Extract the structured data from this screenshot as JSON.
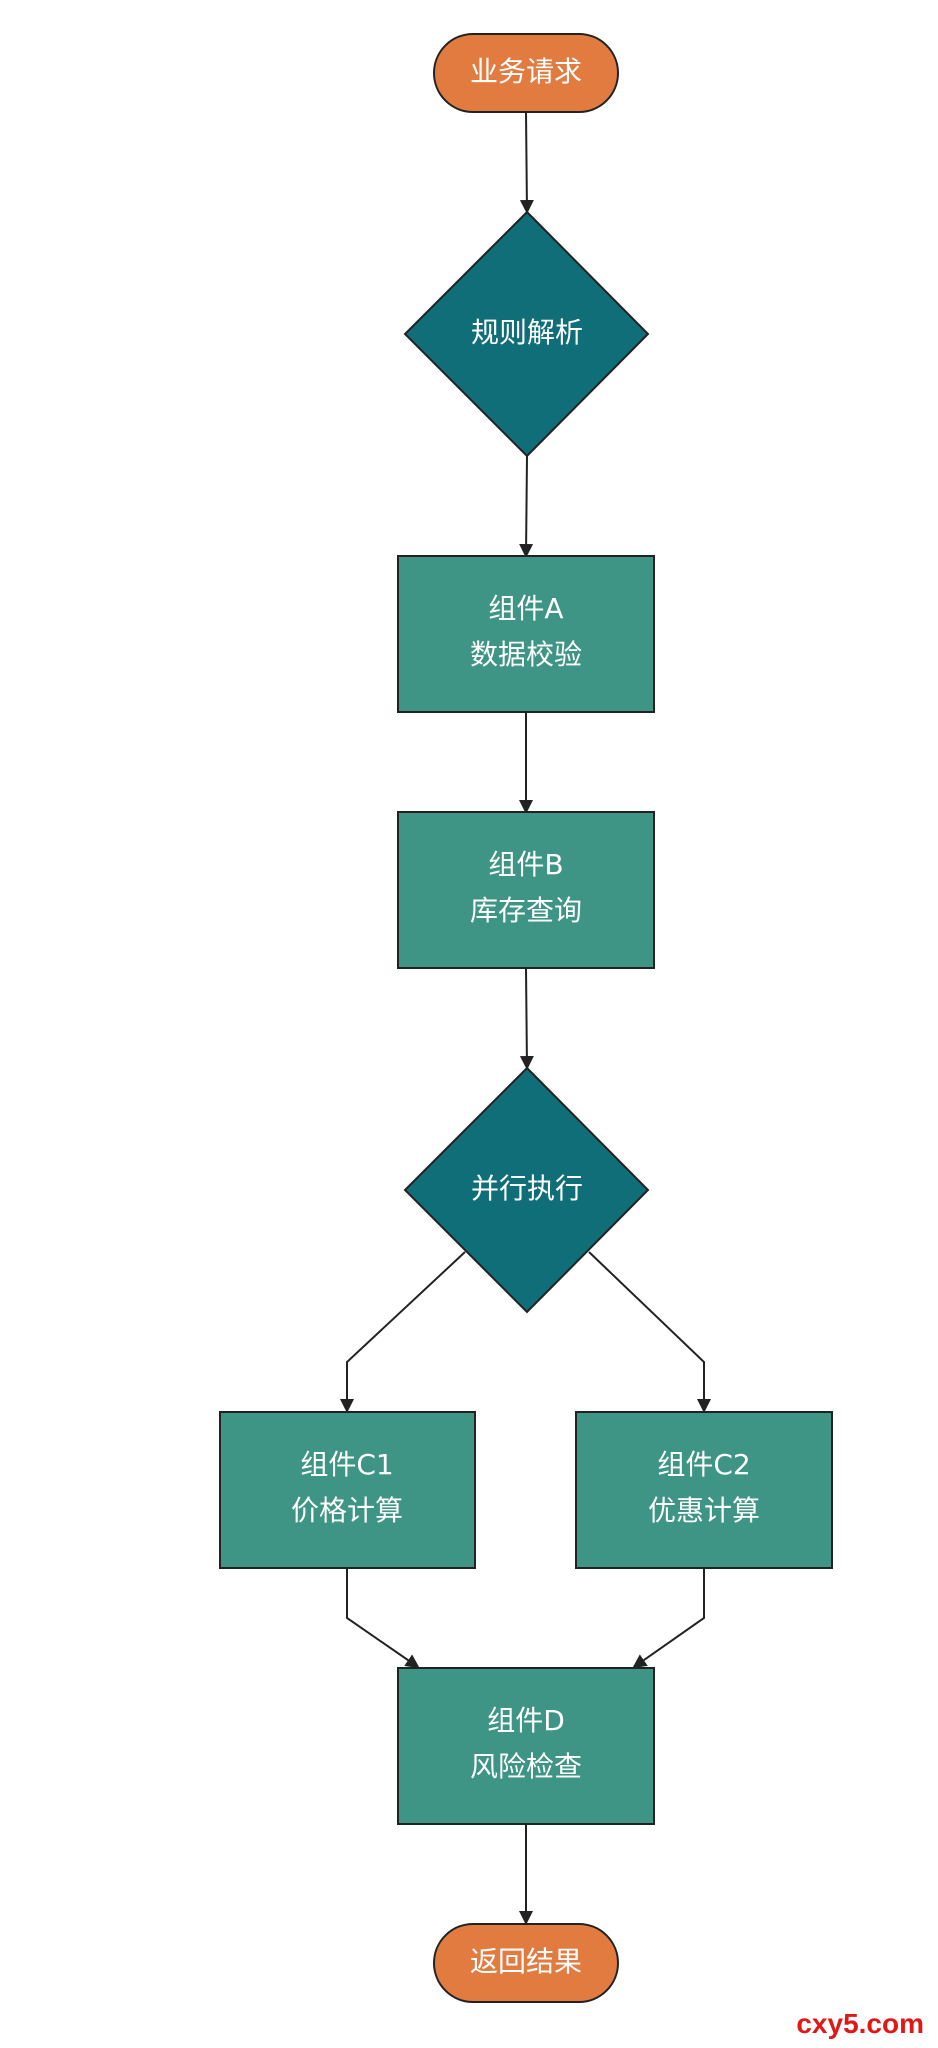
{
  "colors": {
    "terminal_fill": "#e27b40",
    "decision_fill": "#0f6e78",
    "process_fill": "#3e9585",
    "stroke": "#222222",
    "arrow": "#222222",
    "watermark": "#e01818"
  },
  "nodes": {
    "start": "业务请求",
    "rule_parse": "规则解析",
    "comp_a": {
      "line1": "组件A",
      "line2": "数据校验"
    },
    "comp_b": {
      "line1": "组件B",
      "line2": "库存查询"
    },
    "parallel": "并行执行",
    "comp_c1": {
      "line1": "组件C1",
      "line2": "价格计算"
    },
    "comp_c2": {
      "line1": "组件C2",
      "line2": "优惠计算"
    },
    "comp_d": {
      "line1": "组件D",
      "line2": "风险检查"
    },
    "end": "返回结果"
  },
  "watermark": "cxy5.com"
}
